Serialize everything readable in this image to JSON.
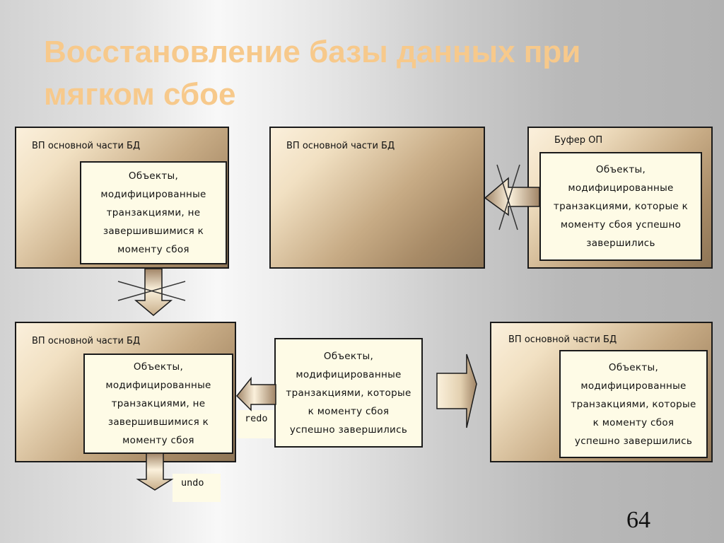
{
  "slide": {
    "title_line1": "Восстановление базы данных при",
    "title_line2": "мягком сбое",
    "page_number": "64",
    "colors": {
      "title": "#f7c98b",
      "note_fill": "#fefbe6",
      "box_dark": "#8e7556",
      "box_light": "#fbf0dc"
    }
  },
  "diagram": {
    "top_left_box": {
      "label": "ВП основной части БД",
      "note_lines": [
        "Объекты,",
        "модифицированные",
        "транзакциями, не",
        "завершившимися к",
        "моменту сбоя"
      ]
    },
    "top_middle_box": {
      "label": "ВП основной части БД"
    },
    "top_right_box": {
      "label": "Буфер ОП",
      "note_lines": [
        "Объекты,",
        "модифицированные",
        "транзакциями, которые к",
        "моменту сбоя успешно",
        "завершились"
      ]
    },
    "bottom_left_box": {
      "label": "ВП основной части БД",
      "note_lines": [
        "Объекты,",
        "модифицированные",
        "транзакциями, не",
        "завершившимися к",
        "моменту сбоя"
      ]
    },
    "bottom_middle_note": {
      "note_lines": [
        "Объекты,",
        "модифицированные",
        "транзакциями, которые",
        "к моменту сбоя",
        "успешно завершились"
      ]
    },
    "bottom_right_box": {
      "label": "ВП основной части БД",
      "note_lines": [
        "Объекты,",
        "модифицированные",
        "транзакциями, которые",
        "к моменту сбоя",
        "успешно завершились"
      ]
    },
    "arrows": {
      "top_down": {
        "direction": "down",
        "crossed": true
      },
      "top_right_to_middle": {
        "direction": "left",
        "crossed": true
      },
      "redo": {
        "direction": "left",
        "label": "redo"
      },
      "undo": {
        "direction": "down",
        "label": "undo"
      },
      "result": {
        "direction": "right"
      }
    }
  }
}
